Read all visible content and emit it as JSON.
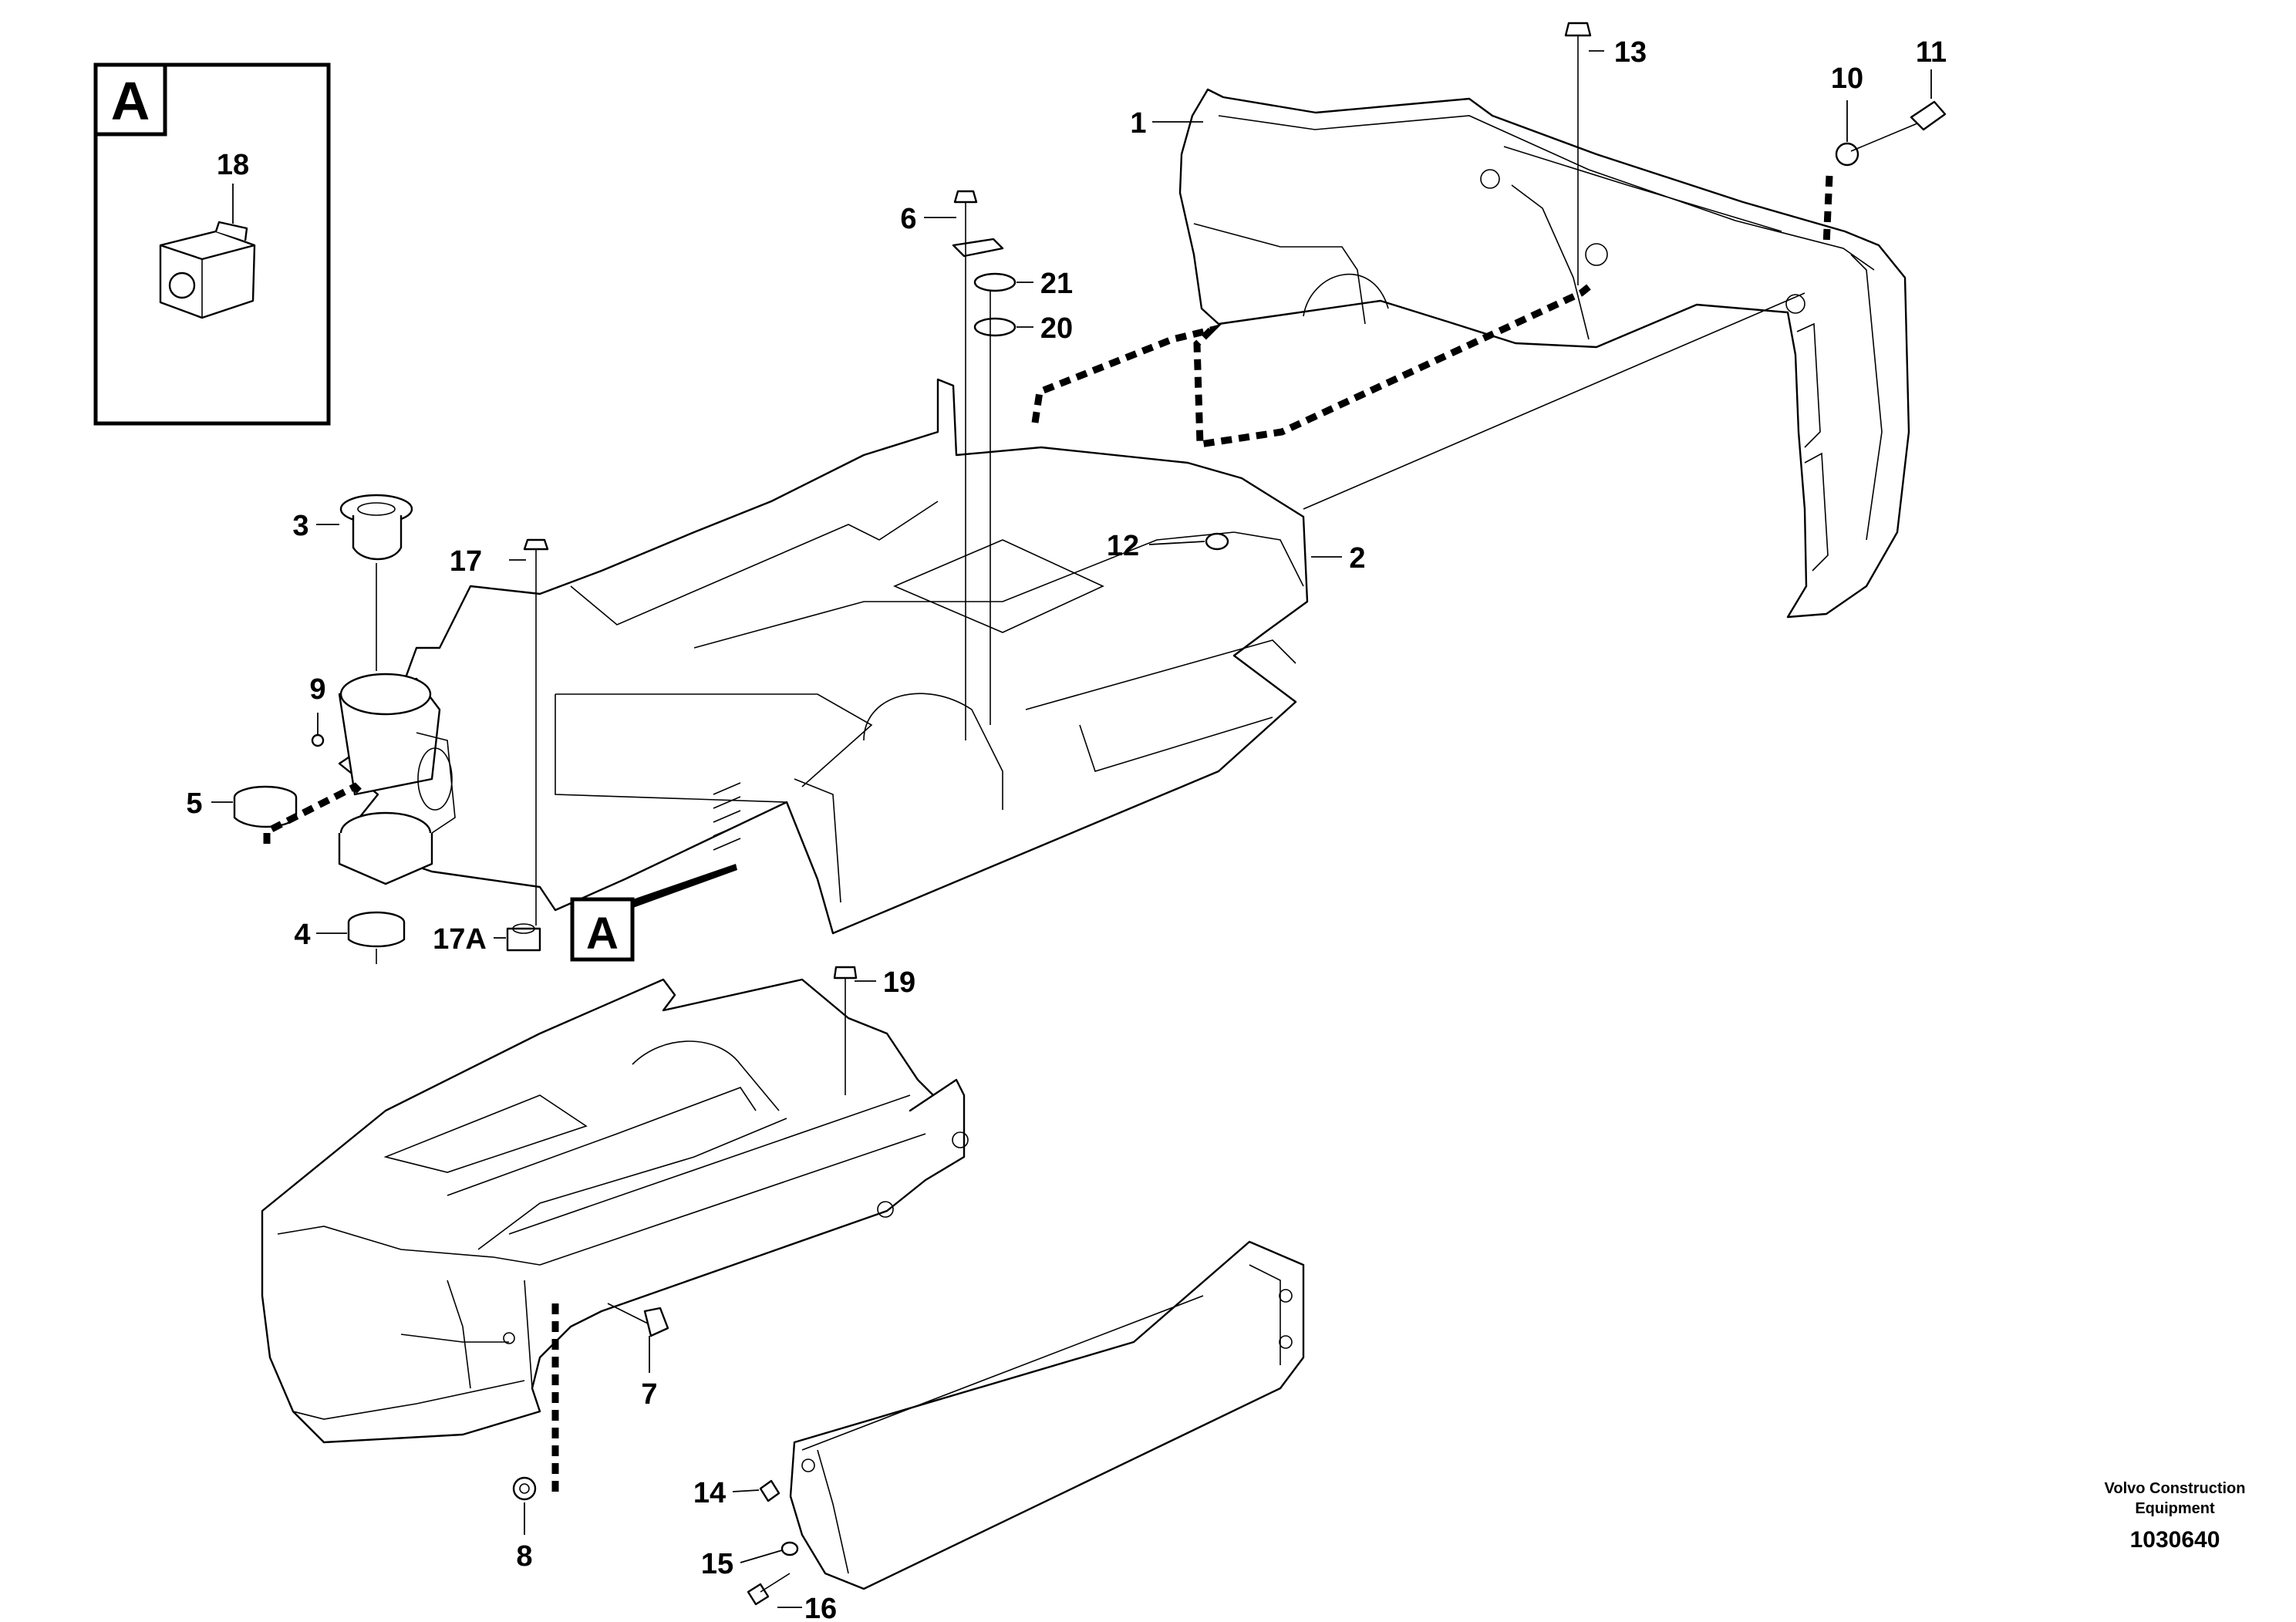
{
  "inset": {
    "letter": "A",
    "part_number": "18"
  },
  "detail_marker": "A",
  "callouts": {
    "c1": "1",
    "c2": "2",
    "c3": "3",
    "c4": "4",
    "c5": "5",
    "c6": "6",
    "c7": "7",
    "c8": "8",
    "c9": "9",
    "c10": "10",
    "c11": "11",
    "c12": "12",
    "c13": "13",
    "c14": "14",
    "c15": "15",
    "c16": "16",
    "c17": "17",
    "c17a": "17A",
    "c18": "18",
    "c19": "19",
    "c20": "20",
    "c21": "21"
  },
  "credit": {
    "line1": "Volvo Construction",
    "line2": "Equipment"
  },
  "document_number": "1030640"
}
